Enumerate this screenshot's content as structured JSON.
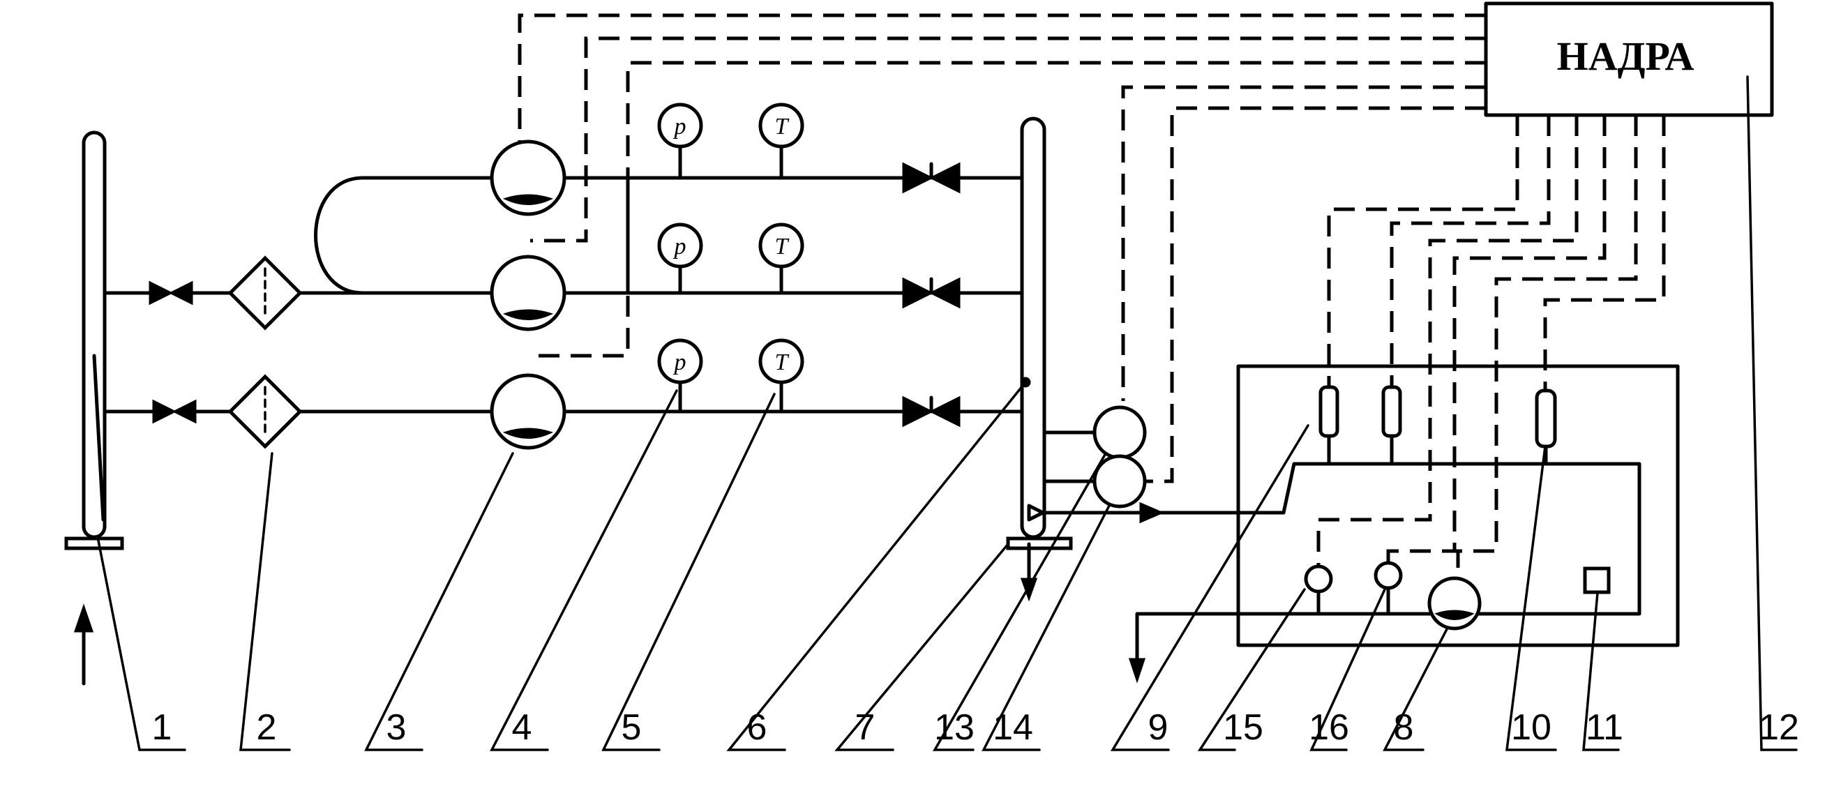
{
  "block": {
    "title": "НАДРА"
  },
  "gauges": {
    "pressure": "p",
    "temperature": "T"
  },
  "callouts": [
    "1",
    "2",
    "3",
    "4",
    "5",
    "6",
    "7",
    "13",
    "14",
    "9",
    "15",
    "16",
    "8",
    "10",
    "11",
    "12"
  ]
}
